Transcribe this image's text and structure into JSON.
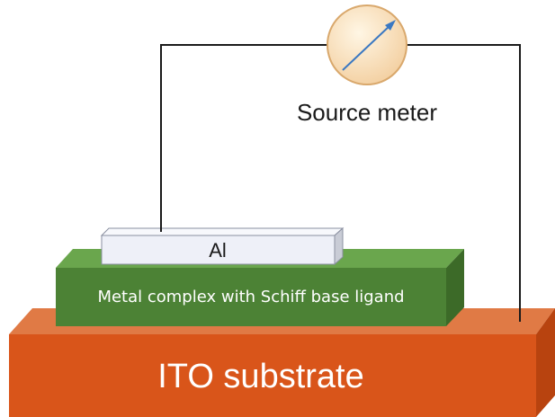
{
  "diagram": {
    "meter_label": "Source meter",
    "electrode_label": "Al",
    "layer_label": "Metal complex with Schiff base ligand",
    "substrate_label": "ITO substrate"
  },
  "colors": {
    "substrate_front": "#d9551a",
    "substrate_top": "#e07a45",
    "substrate_side": "#b8430f",
    "layer_front": "#4c8235",
    "layer_top": "#6aa64d",
    "layer_side": "#3c6a28",
    "electrode_front": "#eef0f8",
    "electrode_top": "#f7f8fc",
    "electrode_side": "#c9ccd6",
    "meter_face": "#fbe6c4",
    "meter_needle": "#3a78c2",
    "wire": "#1a1a1a"
  }
}
